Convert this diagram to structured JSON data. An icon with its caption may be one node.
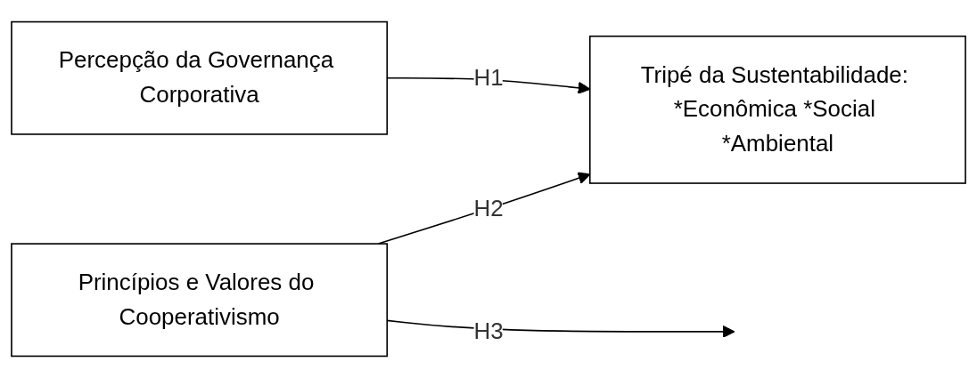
{
  "diagram": {
    "nodes": [
      {
        "text": [
          "Princípios e Valores do Cooperativismo"
        ]
      },
      {
        "text": [
          "Percepção da Governança Corporativa"
        ]
      },
      {
        "text": [
          "Tripé da Sustentabilidade: *Econômica *Social *Ambiental"
        ]
      }
    ],
    "edges": [
      {
        "from": 1,
        "to": 2,
        "arrow": "to",
        "label": "H1"
      },
      {
        "from": 0,
        "to": 2,
        "arrow": "to",
        "label": "H2"
      },
      {
        "from": 0,
        "to": null,
        "arrow": "to",
        "label": "H3"
      }
    ]
  }
}
